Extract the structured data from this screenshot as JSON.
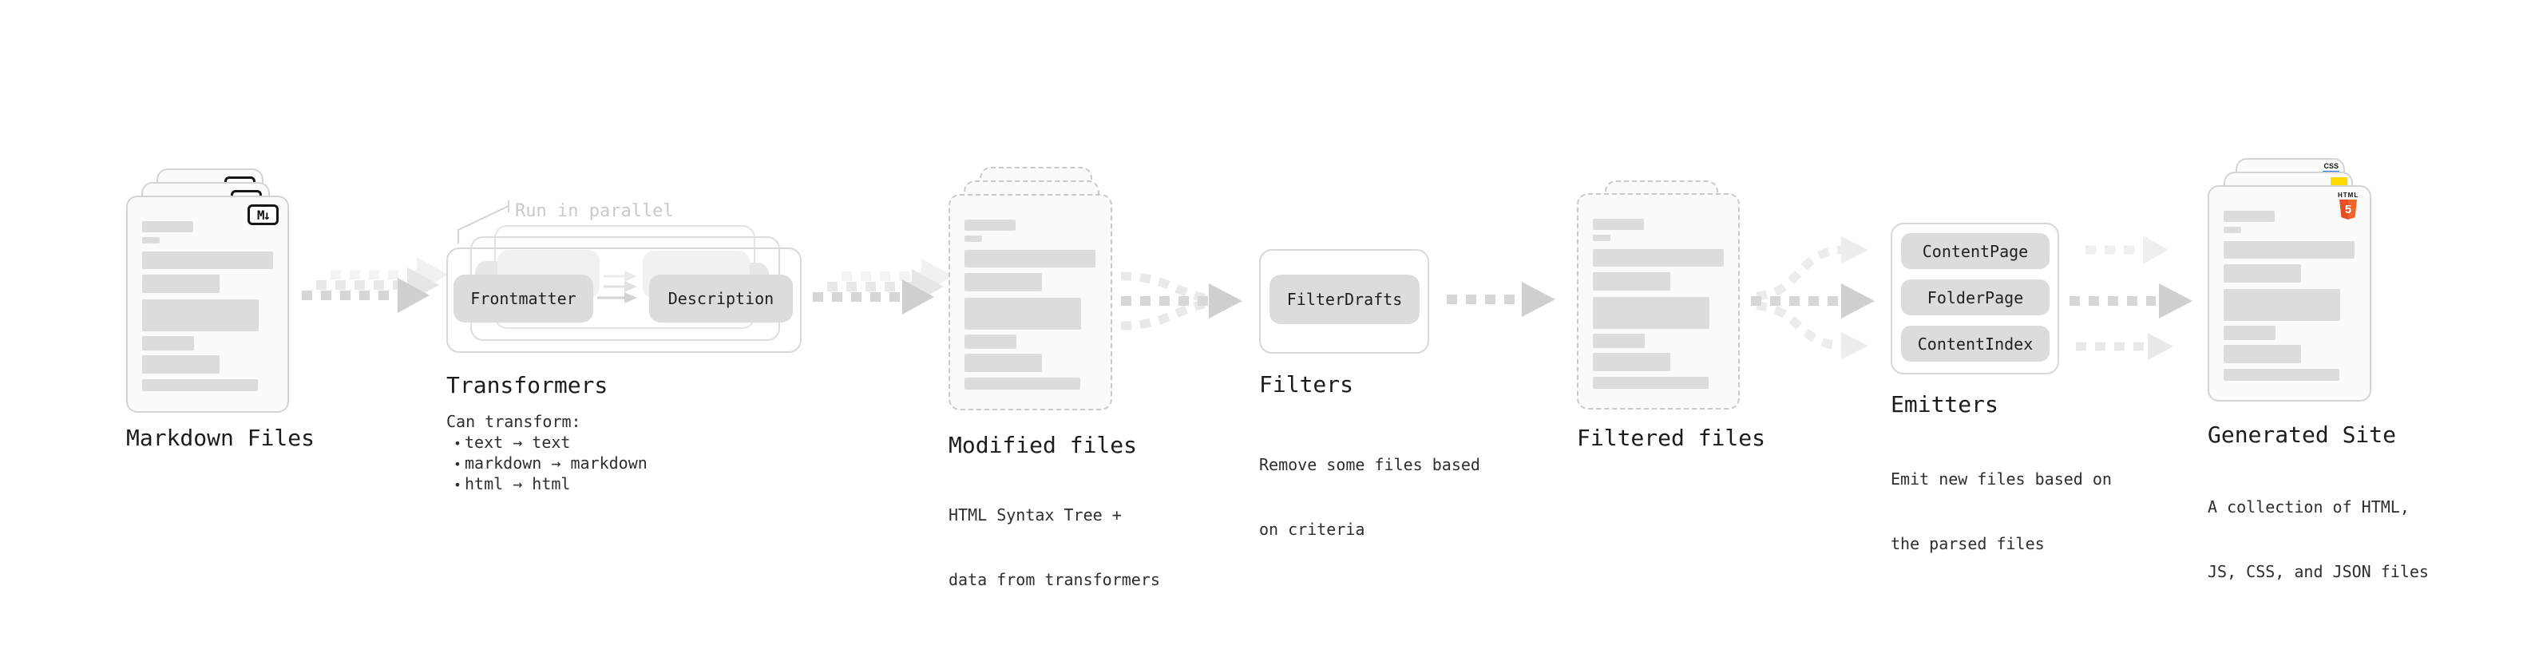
{
  "stages": {
    "markdown_files": {
      "label": "Markdown Files",
      "badge": "M↓"
    },
    "transformers": {
      "callout": "Run in parallel",
      "transformer1": "Frontmatter",
      "transformer2": "Description",
      "title": "Transformers",
      "subtitle": "Can transform:",
      "bullet_char": "•",
      "bullets": [
        "text → text",
        "markdown → markdown",
        "html → html"
      ]
    },
    "modified_files": {
      "label": "Modified files",
      "description": [
        "HTML Syntax Tree +",
        "data from transformers"
      ]
    },
    "filters": {
      "filter1": "FilterDrafts",
      "title": "Filters",
      "description": [
        "Remove some files based",
        "on criteria"
      ]
    },
    "filtered_files": {
      "label": "Filtered files"
    },
    "emitters": {
      "emitter1": "ContentPage",
      "emitter2": "FolderPage",
      "emitter3": "ContentIndex",
      "title": "Emitters",
      "description": [
        "Emit new files based on",
        "the parsed files"
      ]
    },
    "generated_site": {
      "label": "Generated Site",
      "description": [
        "A collection of HTML,",
        "JS, CSS, and JSON files"
      ],
      "css_badge": "CSS",
      "html_badge_text": "HTML",
      "html_badge_number": "5"
    }
  },
  "colors": {
    "card_border": "#d4d4d4",
    "dashed_border": "#c9c9c9",
    "bar_fill": "#dcdcdc",
    "pill_fill": "#dcdcdc",
    "arrow_dash": "#d6d6d6",
    "arrow_head": "#cfcfcf",
    "muted_callout": "#c9c9c9",
    "text_dark": "#1c1c1c",
    "html5_orange": "#e44d26",
    "css_blue": "#1f6bf2",
    "js_yellow": "#ffd900"
  }
}
